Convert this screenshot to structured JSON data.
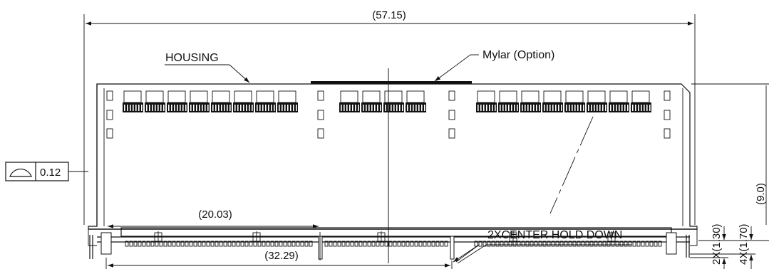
{
  "diagram": {
    "dimensions": {
      "overall_width": "(57.15)",
      "height": "(9.0)",
      "left_to_hold_down": "(20.03)",
      "left_to_center_hold_down": "(32.29)",
      "pin_length_2x": "2X(1.30)",
      "pin_length_4x": "4X(1.70)"
    },
    "labels": {
      "housing": "HOUSING",
      "mylar": "Mylar (Option)",
      "center_hold_down": "2XCENTER HOLD DOWN"
    },
    "flatness": {
      "symbol": "profile-of-surface-symbol",
      "value": "0.12"
    }
  }
}
